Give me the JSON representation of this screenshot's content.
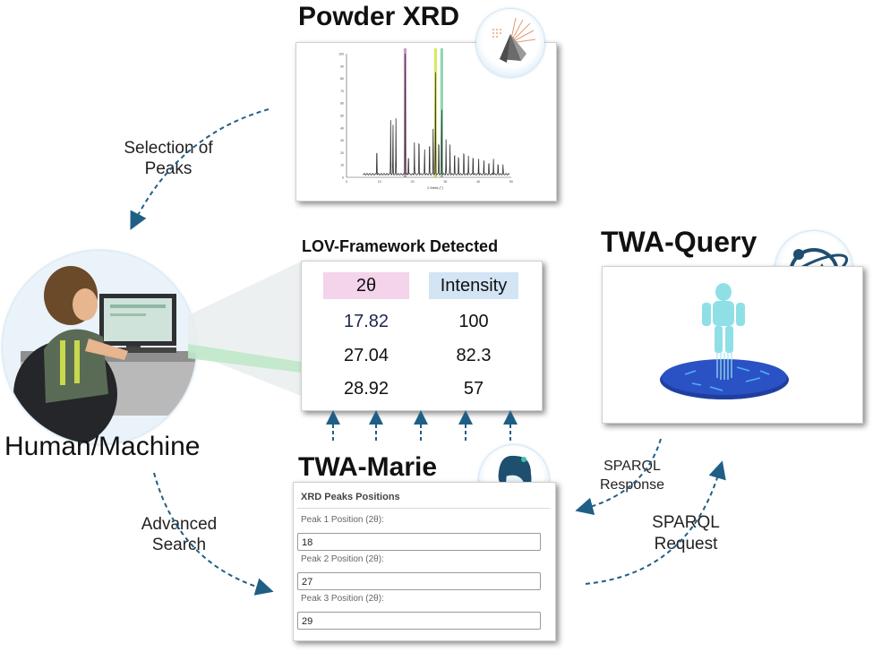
{
  "titles": {
    "powder_xrd": "Powder XRD",
    "lov_framework": "LOV-Framework Detected",
    "twa_query": "TWA-Query",
    "twa_marie": "TWA-Marie",
    "human_machine": "Human/Machine"
  },
  "labels": {
    "selection_line1": "Selection of",
    "selection_line2": "Peaks",
    "advanced_line1": "Advanced",
    "advanced_line2": "Search",
    "sparql_response_line1": "SPARQL",
    "sparql_response_line2": "Response",
    "sparql_request_line1": "SPARQL",
    "sparql_request_line2": "Request"
  },
  "table": {
    "headers": [
      "2θ",
      "Intensity"
    ],
    "rows": [
      [
        "17.82",
        "100"
      ],
      [
        "27.04",
        "82.3"
      ],
      [
        "28.92",
        "57"
      ]
    ]
  },
  "form": {
    "title": "XRD Peaks Positions",
    "fields": [
      {
        "label": "Peak 1 Position (2θ):",
        "value": "18"
      },
      {
        "label": "Peak 2 Position (2θ):",
        "value": "27"
      },
      {
        "label": "Peak 3 Position (2θ):",
        "value": "29"
      }
    ]
  },
  "xrd_plot": {
    "x_axis_label": "2 theta (°)",
    "y_ticks": [
      "100",
      "90",
      "80",
      "70",
      "60",
      "50",
      "40",
      "30",
      "20",
      "10",
      "0"
    ],
    "x_ticks": [
      "0",
      "10",
      "20",
      "30",
      "40",
      "50"
    ],
    "highlight_bands": [
      {
        "x": 17.8,
        "color": "#c78ab8"
      },
      {
        "x": 27.0,
        "color": "#d8e24a"
      },
      {
        "x": 28.9,
        "color": "#7fd0a8"
      }
    ]
  },
  "colors": {
    "arrow": "#1f5f86",
    "theta_header_bg": "#f3d4ea",
    "intensity_header_bg": "#d3e5f4",
    "badge_ring": "#b9dcf2"
  },
  "icons": [
    "xrd-diffraction-icon",
    "twa-globe-icon",
    "marie-portrait-icon",
    "robot-hologram-icon",
    "human-at-computer-icon"
  ]
}
